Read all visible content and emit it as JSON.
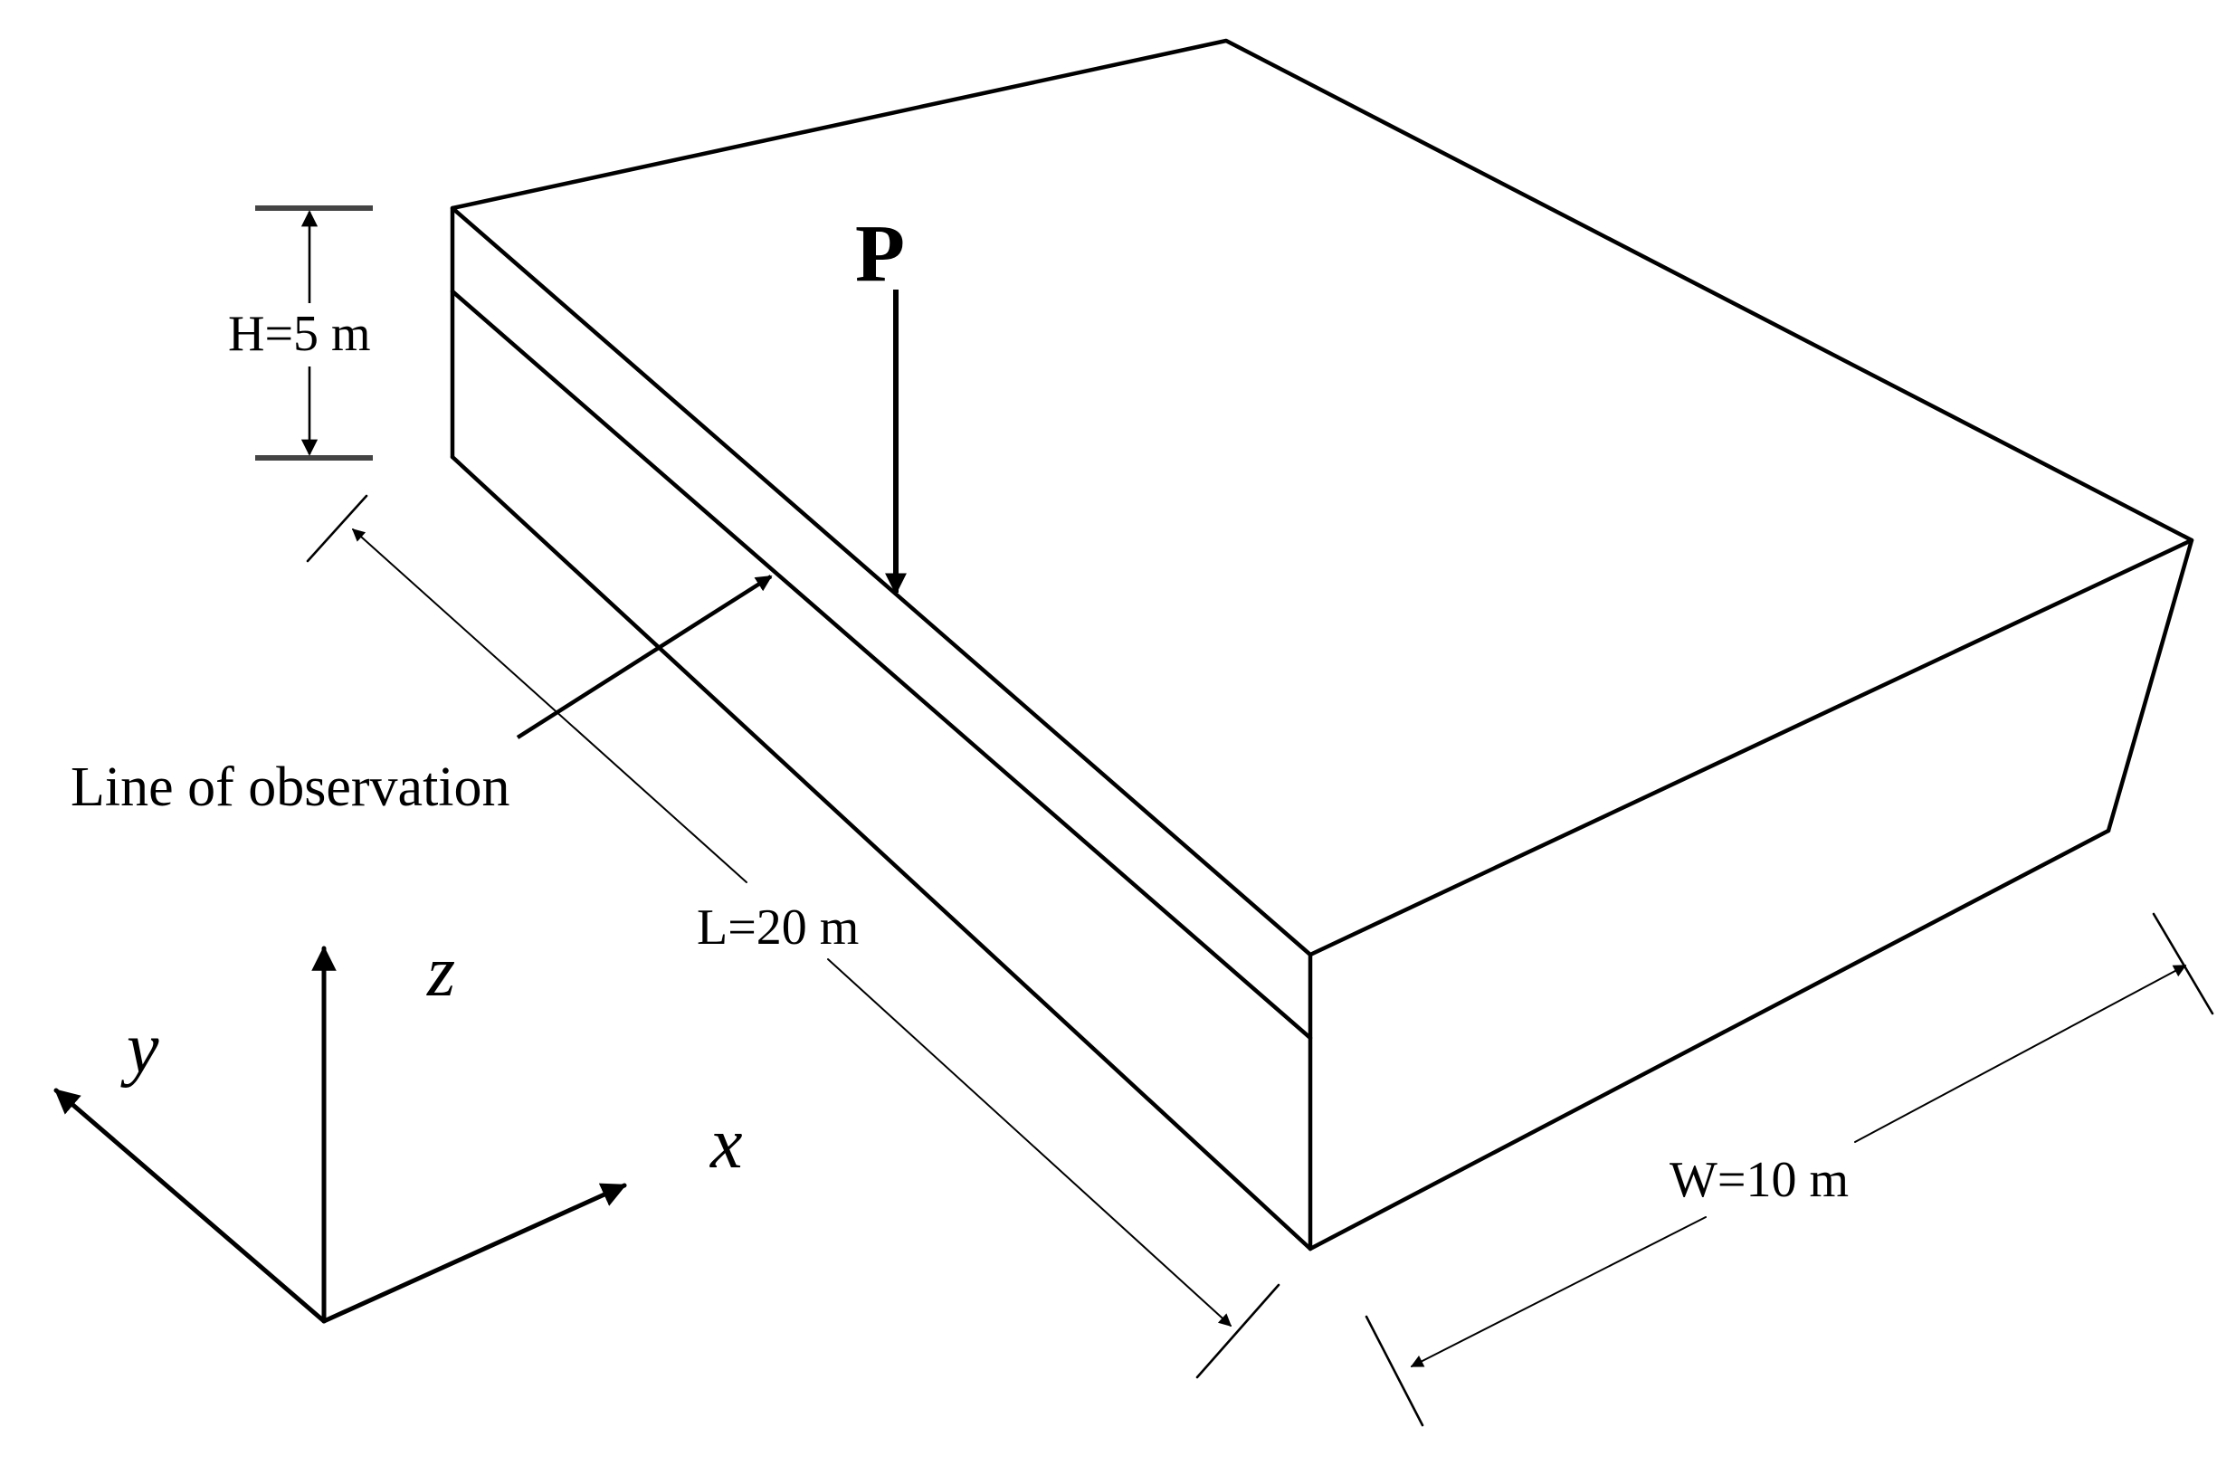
{
  "load": {
    "label": "P"
  },
  "dimensions": {
    "height_label": "H=5 m",
    "length_label": "L=20 m",
    "width_label": "W=10 m"
  },
  "observation": {
    "label": "Line of observation"
  },
  "axes": {
    "x": "x",
    "y": "y",
    "z": "z"
  },
  "colors": {
    "stroke": "#000000",
    "background": "#ffffff"
  }
}
